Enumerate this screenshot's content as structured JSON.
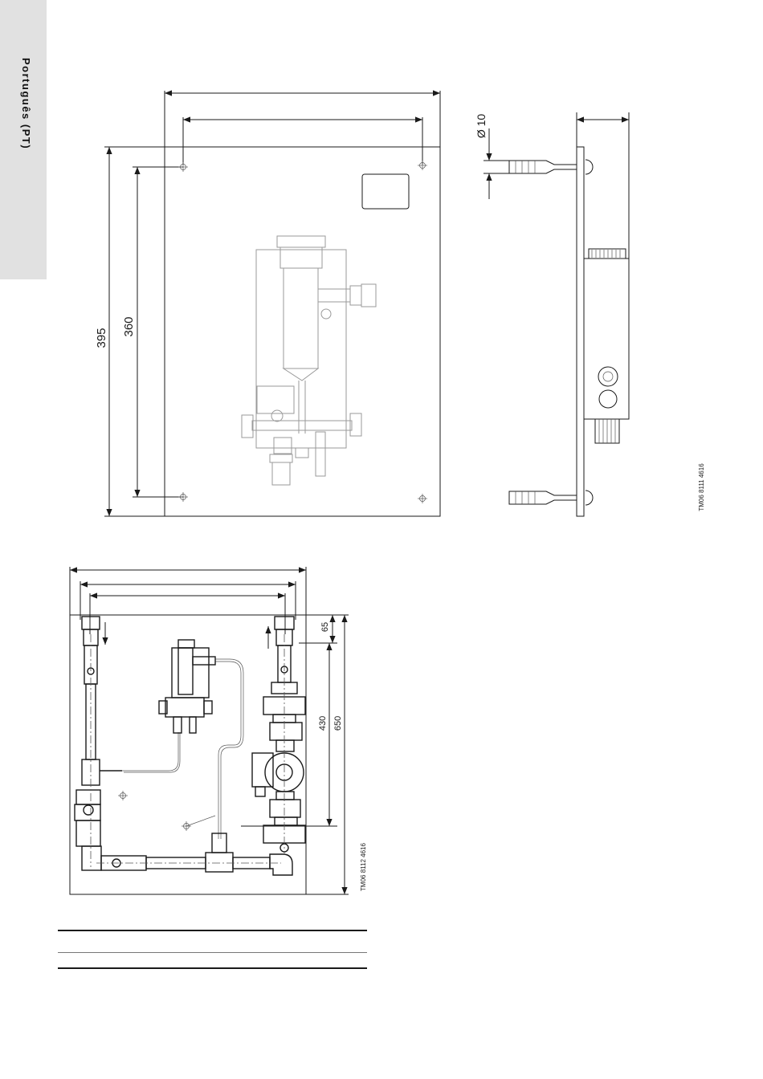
{
  "sidebar": {
    "language": "Português (PT)"
  },
  "figure1": {
    "dim_height_outer": "395",
    "dim_height_inner": "360",
    "dim_hole": "Ø 10",
    "code": "TM06 8111 4616"
  },
  "figure2": {
    "dim_top": "65",
    "dim_mid": "430",
    "dim_total": "650",
    "code": "TM06 8112 4616"
  }
}
